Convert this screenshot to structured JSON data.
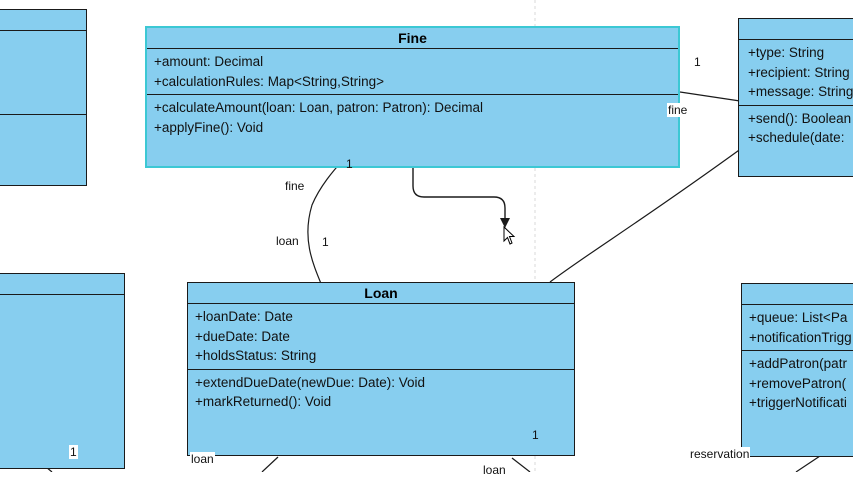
{
  "diagram": {
    "classes": {
      "fine": {
        "name": "Fine",
        "attributes": [
          "+amount: Decimal",
          "+calculationRules: Map<String,String>"
        ],
        "operations": [
          "+calculateAmount(loan: Loan, patron: Patron): Decimal",
          "+applyFine(): Void"
        ]
      },
      "loan": {
        "name": "Loan",
        "attributes": [
          "+loanDate: Date",
          "+dueDate: Date",
          "+holdsStatus: String"
        ],
        "operations": [
          "+extendDueDate(newDue: Date): Void",
          "+markReturned(): Void"
        ]
      },
      "notification": {
        "attributes": [
          "+type: String",
          "+recipient: String",
          "+message: String"
        ],
        "operations": [
          "+send(): Boolean",
          "+schedule(date: "
        ]
      },
      "queue": {
        "attributes": [
          "+queue: List<Pa",
          "+notificationTrigg"
        ],
        "operations": [
          "+addPatron(patr",
          "+removePatron(",
          "+triggerNotificati"
        ]
      }
    },
    "labels": {
      "fine_notification_mult": "1",
      "fine_notification_role": "fine",
      "fine_loan_mult_top": "1",
      "fine_loan_role_fine": "fine",
      "fine_loan_role_loan": "loan",
      "fine_loan_mult_bottom": "1",
      "loan_mult_bottom_right": "1",
      "left_mult_bottom": "1",
      "loan_role_bottom_left": "loan",
      "loan_role_bottom_mid": "loan",
      "reservation_role": "reservation"
    },
    "colors": {
      "class_fill": "#87ceef",
      "class_border": "#1a1a1a",
      "selected_border": "#3cc8d4",
      "edge": "#1a1a1a"
    },
    "cursor_icon": "mouse-pointer-icon"
  }
}
